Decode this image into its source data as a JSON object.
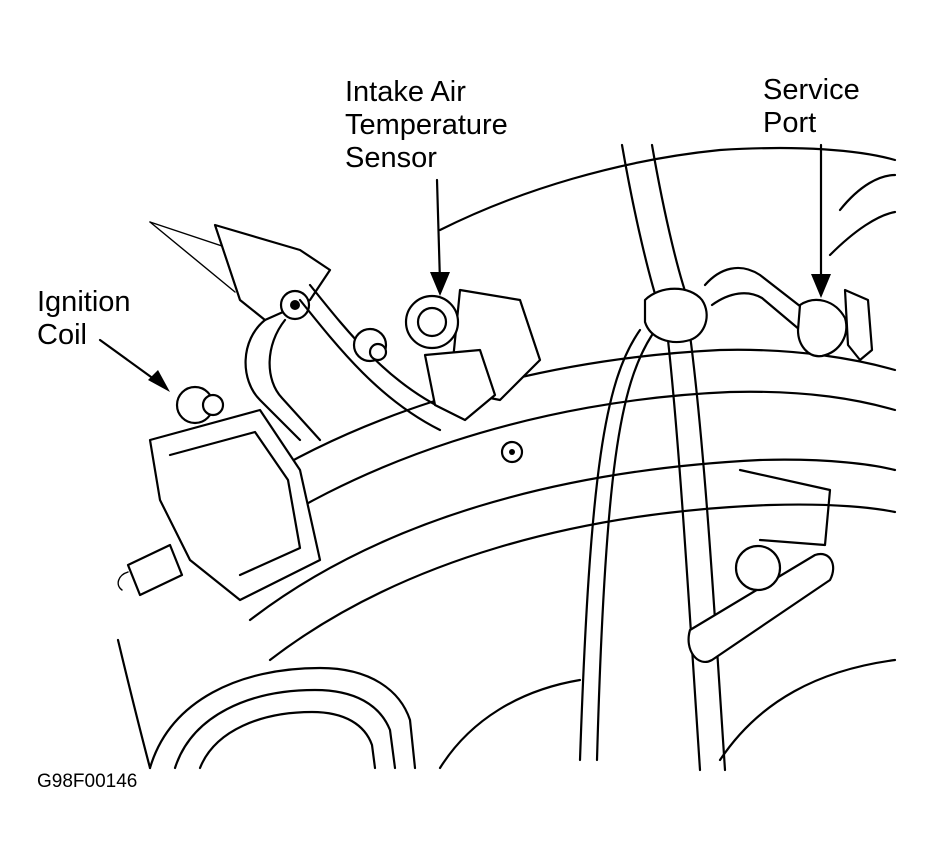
{
  "labels": {
    "intake_air_temperature_sensor": [
      "Intake Air",
      "Temperature",
      "Sensor"
    ],
    "service_port": [
      "Service",
      "Port"
    ],
    "ignition_coil": [
      "Ignition",
      "Coil"
    ]
  },
  "figure_id": "G98F00146"
}
